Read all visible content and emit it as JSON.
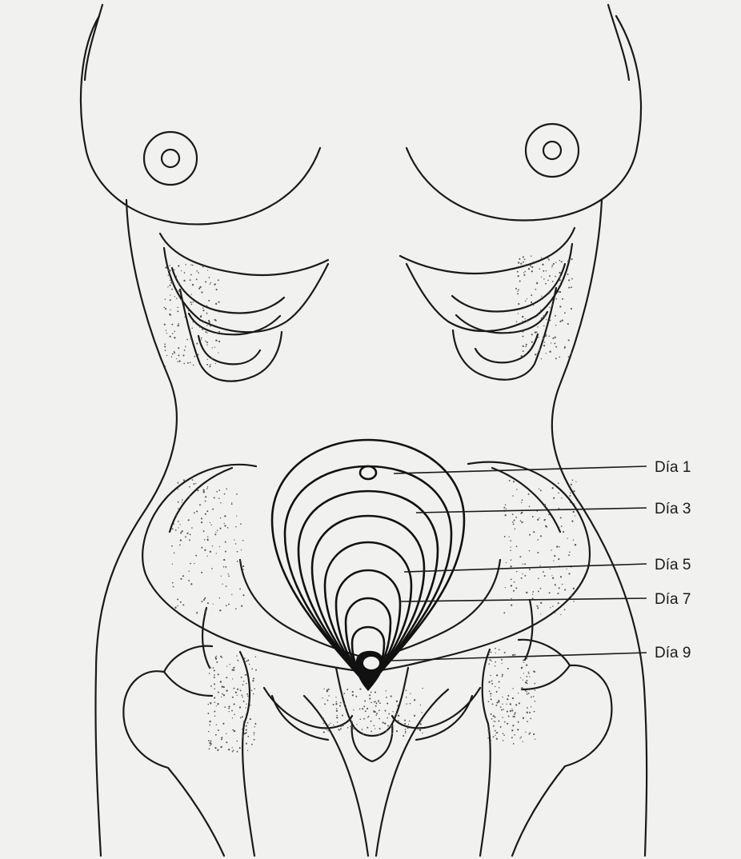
{
  "labels": [
    {
      "id": "dia-1",
      "text": "Día 1"
    },
    {
      "id": "dia-3",
      "text": "Día 3"
    },
    {
      "id": "dia-5",
      "text": "Día 5"
    },
    {
      "id": "dia-7",
      "text": "Día 7"
    },
    {
      "id": "dia-9",
      "text": "Día 9"
    }
  ],
  "colors": {
    "paper": "#f1f1ef",
    "ink": "#1a1a1a"
  }
}
